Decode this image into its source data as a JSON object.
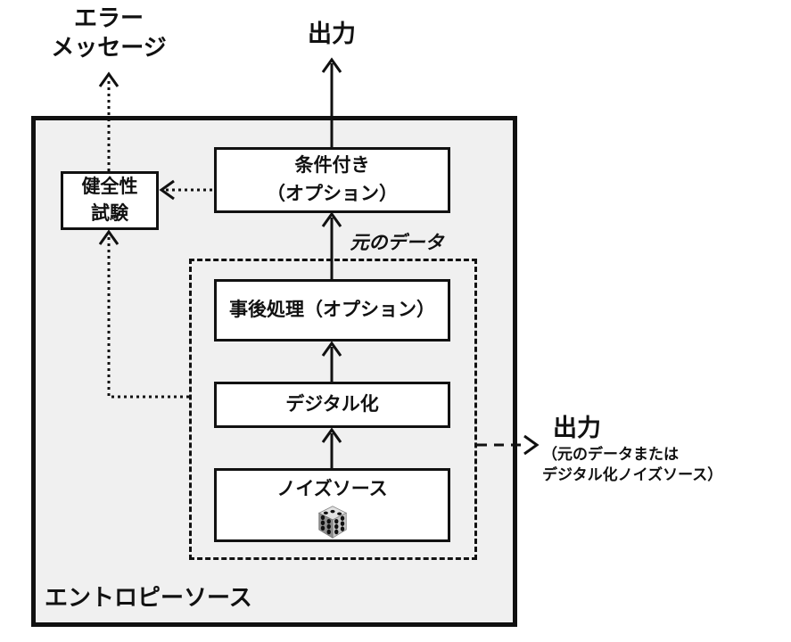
{
  "diagram": {
    "title": "entropy-source-block-diagram",
    "outer_panel_label": "エントロピーソース",
    "error_label": {
      "line1": "エラー",
      "line2": "メッセージ"
    },
    "top_output_label": "出力",
    "raw_data_label": "元のデータ",
    "boxes": {
      "health_test": {
        "line1": "健全性",
        "line2": "試験"
      },
      "conditioning": {
        "line1": "条件付き",
        "line2": "（オプション）"
      },
      "post_processing": {
        "label": "事後処理（オプション）"
      },
      "digitization": {
        "label": "デジタル化"
      },
      "noise_source": {
        "label": "ノイズソース"
      }
    },
    "right_output": {
      "title": "出力",
      "sub_line1": "（元のデータまたは",
      "sub_line2": "デジタル化ノイズソース）"
    },
    "icons": {
      "dice": "dice-icon"
    },
    "colors": {
      "background": "#ffffff",
      "panel_fill": "#f0f0f0",
      "box_fill": "#ffffff",
      "line": "#111111"
    },
    "line_styles": {
      "data_flow": "solid",
      "health_test_taps": "dotted",
      "optional_output": "dashed"
    }
  }
}
